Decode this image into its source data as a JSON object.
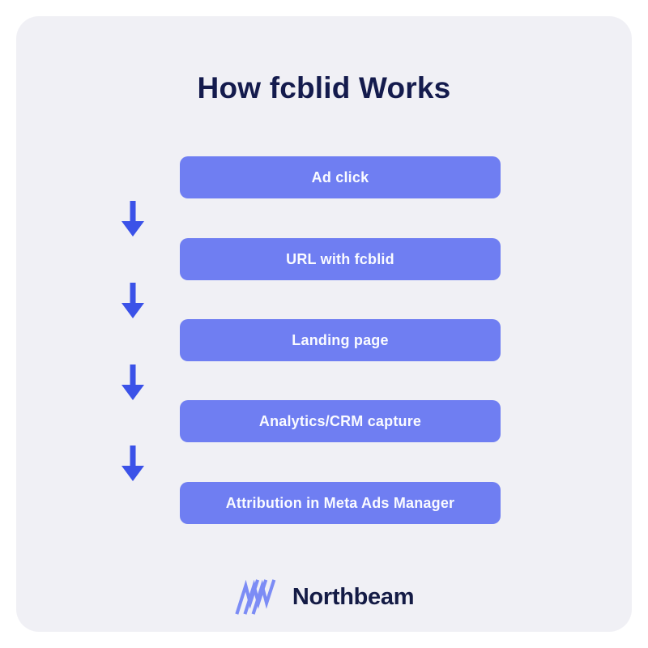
{
  "page": {
    "title": "How fcblid Works",
    "outer_background": "#ffffff",
    "card_background": "#f0f0f5",
    "title_color": "#141b4d"
  },
  "flow": {
    "steps": [
      {
        "label": "Ad click"
      },
      {
        "label": "URL with fcblid"
      },
      {
        "label": "Landing page"
      },
      {
        "label": "Analytics/CRM capture"
      },
      {
        "label": "Attribution in Meta Ads Manager"
      }
    ],
    "step_fill_color": "#6f7ef2",
    "step_text_color": "#fafbff",
    "arrow_count": 4,
    "arrow_direction": "down",
    "arrow_color": "#3b52e8"
  },
  "footer": {
    "brand": "Northbeam",
    "brand_color": "#141b45",
    "logo_icon": "northbeam-zigzag-mark",
    "logo_color": "#7c8cf5"
  }
}
